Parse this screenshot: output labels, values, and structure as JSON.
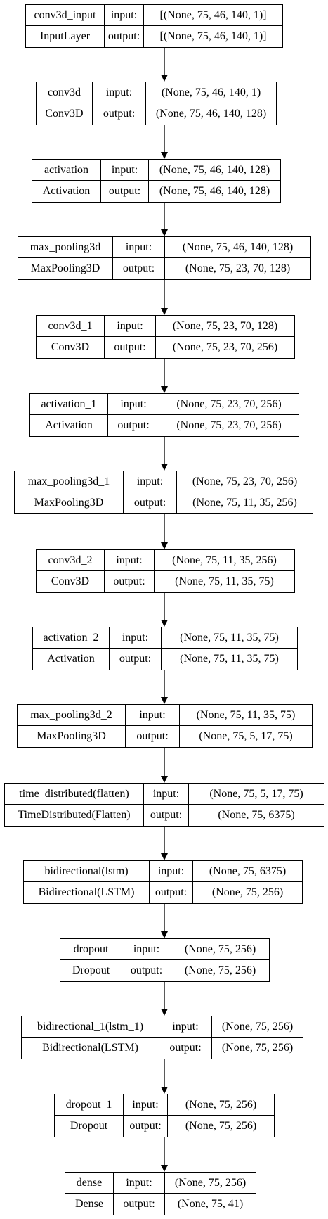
{
  "nodes": [
    {
      "name": "conv3d_input",
      "type": "InputLayer",
      "input_label": "input:",
      "output_label": "output:",
      "input_shape": "[(None, 75, 46, 140, 1)]",
      "output_shape": "[(None, 75, 46, 140, 1)]"
    },
    {
      "name": "conv3d",
      "type": "Conv3D",
      "input_label": "input:",
      "output_label": "output:",
      "input_shape": "(None, 75, 46, 140, 1)",
      "output_shape": "(None, 75, 46, 140, 128)"
    },
    {
      "name": "activation",
      "type": "Activation",
      "input_label": "input:",
      "output_label": "output:",
      "input_shape": "(None, 75, 46, 140, 128)",
      "output_shape": "(None, 75, 46, 140, 128)"
    },
    {
      "name": "max_pooling3d",
      "type": "MaxPooling3D",
      "input_label": "input:",
      "output_label": "output:",
      "input_shape": "(None, 75, 46, 140, 128)",
      "output_shape": "(None, 75, 23, 70, 128)"
    },
    {
      "name": "conv3d_1",
      "type": "Conv3D",
      "input_label": "input:",
      "output_label": "output:",
      "input_shape": "(None, 75, 23, 70, 128)",
      "output_shape": "(None, 75, 23, 70, 256)"
    },
    {
      "name": "activation_1",
      "type": "Activation",
      "input_label": "input:",
      "output_label": "output:",
      "input_shape": "(None, 75, 23, 70, 256)",
      "output_shape": "(None, 75, 23, 70, 256)"
    },
    {
      "name": "max_pooling3d_1",
      "type": "MaxPooling3D",
      "input_label": "input:",
      "output_label": "output:",
      "input_shape": "(None, 75, 23, 70, 256)",
      "output_shape": "(None, 75, 11, 35, 256)"
    },
    {
      "name": "conv3d_2",
      "type": "Conv3D",
      "input_label": "input:",
      "output_label": "output:",
      "input_shape": "(None, 75, 11, 35, 256)",
      "output_shape": "(None, 75, 11, 35, 75)"
    },
    {
      "name": "activation_2",
      "type": "Activation",
      "input_label": "input:",
      "output_label": "output:",
      "input_shape": "(None, 75, 11, 35, 75)",
      "output_shape": "(None, 75, 11, 35, 75)"
    },
    {
      "name": "max_pooling3d_2",
      "type": "MaxPooling3D",
      "input_label": "input:",
      "output_label": "output:",
      "input_shape": "(None, 75, 11, 35, 75)",
      "output_shape": "(None, 75, 5, 17, 75)"
    },
    {
      "name": "time_distributed(flatten)",
      "type": "TimeDistributed(Flatten)",
      "input_label": "input:",
      "output_label": "output:",
      "input_shape": "(None, 75, 5, 17, 75)",
      "output_shape": "(None, 75, 6375)"
    },
    {
      "name": "bidirectional(lstm)",
      "type": "Bidirectional(LSTM)",
      "input_label": "input:",
      "output_label": "output:",
      "input_shape": "(None, 75, 6375)",
      "output_shape": "(None, 75, 256)"
    },
    {
      "name": "dropout",
      "type": "Dropout",
      "input_label": "input:",
      "output_label": "output:",
      "input_shape": "(None, 75, 256)",
      "output_shape": "(None, 75, 256)"
    },
    {
      "name": "bidirectional_1(lstm_1)",
      "type": "Bidirectional(LSTM)",
      "input_label": "input:",
      "output_label": "output:",
      "input_shape": "(None, 75, 256)",
      "output_shape": "(None, 75, 256)"
    },
    {
      "name": "dropout_1",
      "type": "Dropout",
      "input_label": "input:",
      "output_label": "output:",
      "input_shape": "(None, 75, 256)",
      "output_shape": "(None, 75, 256)"
    },
    {
      "name": "dense",
      "type": "Dense",
      "input_label": "input:",
      "output_label": "output:",
      "input_shape": "(None, 75, 256)",
      "output_shape": "(None, 75, 41)"
    }
  ]
}
